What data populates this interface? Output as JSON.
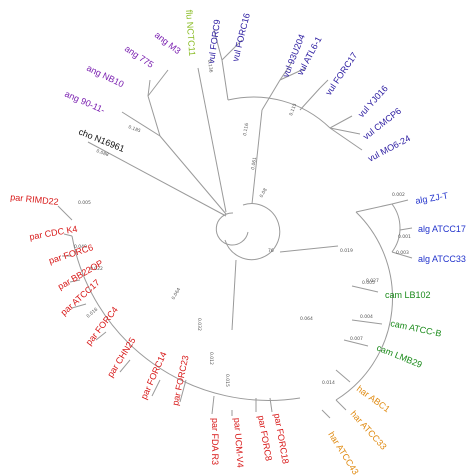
{
  "tree": {
    "root_label": "76",
    "groups": [
      {
        "key": "vul",
        "color": "#2a1aa0"
      },
      {
        "key": "ang",
        "color": "#7a1fb0"
      },
      {
        "key": "cho",
        "color": "#111111"
      },
      {
        "key": "flu",
        "color": "#88bb22"
      },
      {
        "key": "par",
        "color": "#d81818"
      },
      {
        "key": "alg",
        "color": "#2233cc"
      },
      {
        "key": "cam",
        "color": "#1a8a1a"
      },
      {
        "key": "har",
        "color": "#e08a10"
      }
    ],
    "leaves": [
      {
        "name": "vul FORC9",
        "group": "vul"
      },
      {
        "name": "vul FORC16",
        "group": "vul"
      },
      {
        "name": "vul 93U204",
        "group": "vul"
      },
      {
        "name": "vul ATL6-1",
        "group": "vul"
      },
      {
        "name": "vul FORC17",
        "group": "vul"
      },
      {
        "name": "vul YJ016",
        "group": "vul"
      },
      {
        "name": "vul CMCP6",
        "group": "vul"
      },
      {
        "name": "vul MO6-24",
        "group": "vul"
      },
      {
        "name": "alg ZJ-T",
        "group": "alg"
      },
      {
        "name": "alg ATCC17",
        "group": "alg"
      },
      {
        "name": "alg ATCC33",
        "group": "alg"
      },
      {
        "name": "cam LB102",
        "group": "cam"
      },
      {
        "name": "cam ATCC-B",
        "group": "cam"
      },
      {
        "name": "cam LMB29",
        "group": "cam"
      },
      {
        "name": "har ABC1",
        "group": "har"
      },
      {
        "name": "har ATCC33",
        "group": "har"
      },
      {
        "name": "har ATCC43",
        "group": "har"
      },
      {
        "name": "par FORC18",
        "group": "par"
      },
      {
        "name": "par FORC8",
        "group": "par"
      },
      {
        "name": "par UCM-V4",
        "group": "par"
      },
      {
        "name": "par FDA R3",
        "group": "par"
      },
      {
        "name": "par FORC23",
        "group": "par"
      },
      {
        "name": "par FORC14",
        "group": "par"
      },
      {
        "name": "par CHN25",
        "group": "par"
      },
      {
        "name": "par FORC4",
        "group": "par"
      },
      {
        "name": "par ATCC17",
        "group": "par"
      },
      {
        "name": "par BB22OP",
        "group": "par"
      },
      {
        "name": "par FORC6",
        "group": "par"
      },
      {
        "name": "par CDC K4",
        "group": "par"
      },
      {
        "name": "par RIMD22",
        "group": "par"
      },
      {
        "name": "cho N16961",
        "group": "cho"
      },
      {
        "name": "ang 90-11-",
        "group": "ang"
      },
      {
        "name": "ang NB10",
        "group": "ang"
      },
      {
        "name": "ang 775",
        "group": "ang"
      },
      {
        "name": "ang M3",
        "group": "ang"
      },
      {
        "name": "flu NCTC11",
        "group": "flu"
      }
    ],
    "branch_labels": [
      "0.061",
      "0.136",
      "0.116",
      "0.088",
      "0.002",
      "0.001",
      "0.003",
      "0.019",
      "0.005",
      "0.004",
      "0.007",
      "0.027",
      "0.032",
      "0.012",
      "0.015",
      "0.064",
      "0.022",
      "0.049",
      "0.08",
      "0.185",
      "0.115",
      "0.064",
      "0.014",
      "0.016",
      "0.005"
    ]
  }
}
